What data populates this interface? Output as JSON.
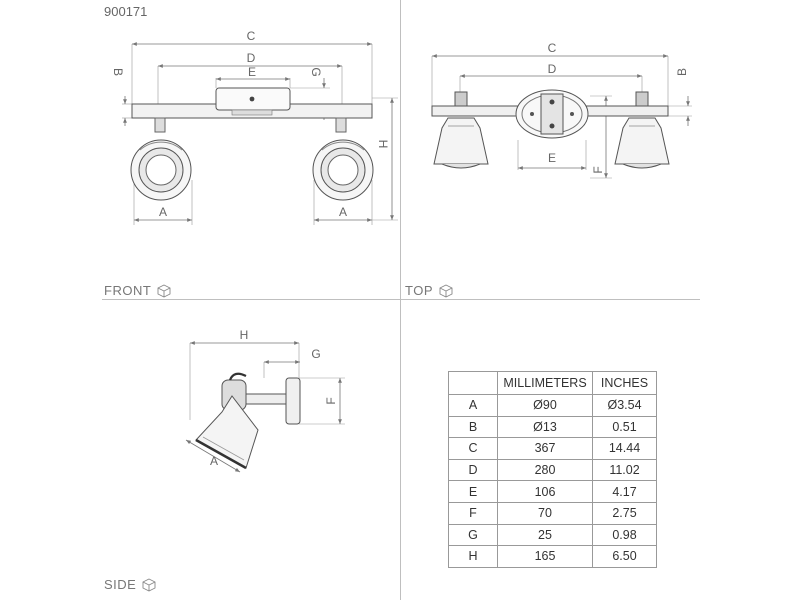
{
  "product_code": "900171",
  "views": {
    "front": "FRONT",
    "top": "TOP",
    "side": "SIDE"
  },
  "dimension_letters": [
    "A",
    "B",
    "C",
    "D",
    "E",
    "F",
    "G",
    "H"
  ],
  "table": {
    "headers": [
      "",
      "MILLIMETERS",
      "INCHES"
    ],
    "rows": [
      {
        "key": "A",
        "mm": "Ø90",
        "in": "Ø3.54"
      },
      {
        "key": "B",
        "mm": "Ø13",
        "in": "0.51"
      },
      {
        "key": "C",
        "mm": "367",
        "in": "14.44"
      },
      {
        "key": "D",
        "mm": "280",
        "in": "11.02"
      },
      {
        "key": "E",
        "mm": "106",
        "in": "4.17"
      },
      {
        "key": "F",
        "mm": "70",
        "in": "2.75"
      },
      {
        "key": "G",
        "mm": "25",
        "in": "0.98"
      },
      {
        "key": "H",
        "mm": "165",
        "in": "6.50"
      }
    ]
  }
}
